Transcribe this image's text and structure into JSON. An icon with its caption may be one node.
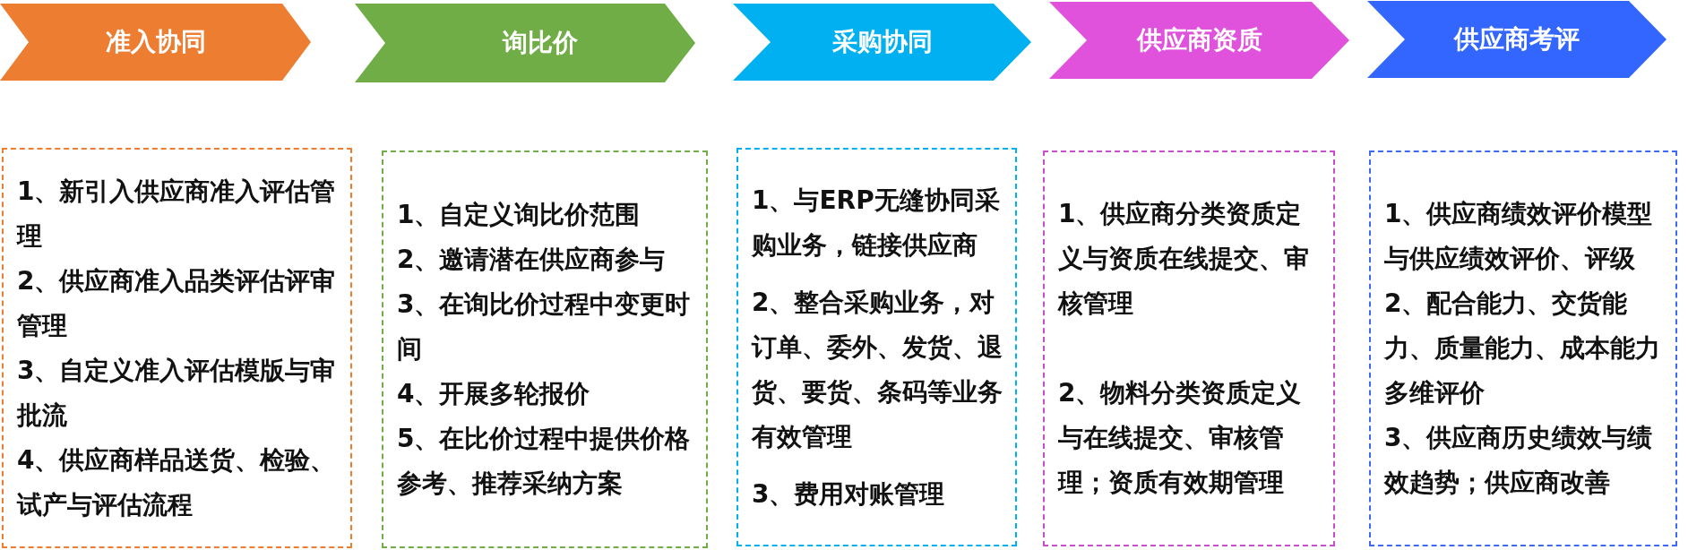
{
  "diagram": {
    "nodes": [
      {
        "text": [
          "准入协同"
        ]
      },
      {
        "text": [
          "询比价"
        ]
      },
      {
        "text": [
          "采购协同"
        ]
      },
      {
        "text": [
          "供应商资质"
        ]
      },
      {
        "text": [
          "供应商考评"
        ]
      },
      {
        "text": [
          "1、新引入供应商准入评估管理",
          "2、供应商准入品类评估评审管理",
          "3、自定义准入评估模版与审批流",
          "4、供应商样品送货、检验、试产与评估流程"
        ]
      },
      {
        "text": [
          "1、自定义询比价范围",
          "2、邀请潜在供应商参与",
          "3、在询比价过程中变更时间",
          "4、开展多轮报价",
          "5、在比价过程中提供价格参考、推荐采纳方案"
        ]
      },
      {
        "text": [
          "1、与ERP无缝协同采购业务，链接供应商",
          "2、整合采购业务，对订单、委外、发货、退货、要货、条码等业务有效管理",
          "3、费用对账管理"
        ]
      },
      {
        "text": [
          "1、供应商分类资质定义与资质在线提交、审核管理",
          "2、物料分类资质定义与在线提交、审核管理；资质有效期管理"
        ]
      },
      {
        "text": [
          "1、供应商绩效评价模型与供应绩效评价、评级",
          "2、配合能力、交货能力、质量能力、成本能力多维评价",
          "3、供应商历史绩效与绩效趋势；供应商改善"
        ]
      }
    ]
  }
}
